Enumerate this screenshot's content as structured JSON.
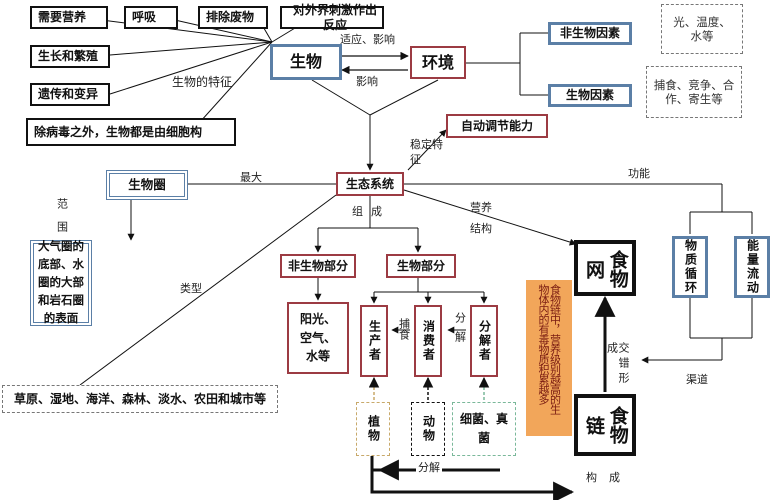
{
  "characteristics": {
    "nutrition": "需要营养",
    "breathing": "呼吸",
    "excretion": "排除废物",
    "response": "对外界刺激作出反应",
    "growth": "生长和繁殖",
    "heredity": "遗传和变异",
    "cells": "除病毒之外，生物都是由细胞构",
    "label": "生物的特征"
  },
  "organism": "生物",
  "environment": "环境",
  "adapt_affect": "适应、影响",
  "affect": "影响",
  "abiotic_factors": "非生物因素",
  "abiotic_examples": "光、温度、水等",
  "biotic_factors": "生物因素",
  "biotic_examples": "捕食、竞争、合作、寄生等",
  "self_regulation": "自动调节能力",
  "stable_feature": "稳定特征",
  "ecosystem": "生态系统",
  "biosphere": "生物圈",
  "largest": "最大",
  "scope": "范围",
  "biosphere_scope": "大气圈的底部、水圈的大部和岩石圈的表面",
  "types_label": "类型",
  "types": "草原、湿地、海洋、森林、淡水、农田和城市等",
  "composition": "组成",
  "abiotic_part": "非生物部分",
  "abiotic_part_items": "阳光、空气、水等",
  "biotic_part": "生物部分",
  "producer": "生产者",
  "consumer": "消费者",
  "decomposer": "分解者",
  "prey": "捕食",
  "decompose": "分解",
  "plants": "植物",
  "animals": "动物",
  "microbes": "细菌、真菌",
  "decompose_bottom": "分解",
  "nutrition_structure": "营养结构",
  "function": "功能",
  "food_web": "食物网",
  "food_chain": "食物链",
  "intertwine": "交错形成",
  "constitute": "构成",
  "accumulation_note": "物体内的有毒物质积累越多",
  "accumulation_head": "食物链中，营养级别越高的生",
  "matter_cycle": "物质循环",
  "energy_flow": "能量流动",
  "channel": "渠道"
}
